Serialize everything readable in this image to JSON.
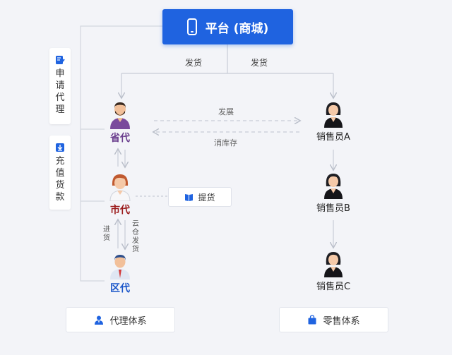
{
  "platform": {
    "title": "平台 (商城)",
    "icon": "phone-icon"
  },
  "flows": {
    "ship_left": "发货",
    "ship_right": "发货",
    "develop": "发展",
    "destock": "消库存",
    "purchase": "进货",
    "cloud_ship": "云仓发货"
  },
  "side_actions": [
    {
      "label": "申请代理",
      "icon": "form-edit-icon"
    },
    {
      "label": "充值货款",
      "icon": "download-icon"
    }
  ],
  "agents": [
    {
      "label": "省代",
      "color": "#6b3f8e"
    },
    {
      "label": "市代",
      "color": "#9b1c1c"
    },
    {
      "label": "区代",
      "color": "#1a55c9"
    }
  ],
  "pickup": {
    "label": "提货",
    "icon": "book-icon"
  },
  "sales": [
    {
      "label": "销售员A"
    },
    {
      "label": "销售员B"
    },
    {
      "label": "销售员C"
    }
  ],
  "systems": {
    "agent": {
      "label": "代理体系",
      "icon": "agent-person-icon"
    },
    "retail": {
      "label": "零售体系",
      "icon": "shopping-bag-icon"
    }
  },
  "colors": {
    "accent": "#1f63e0",
    "line": "#c8ccd6"
  }
}
